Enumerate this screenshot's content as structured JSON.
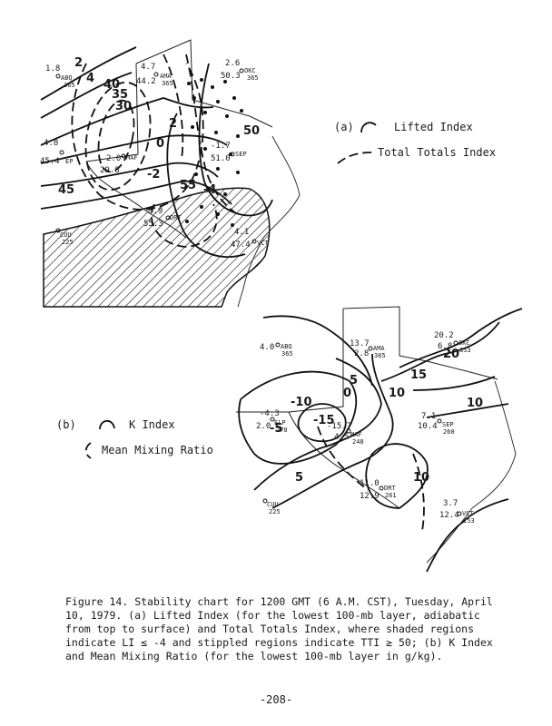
{
  "panel_a": {
    "stations": [
      {
        "id": "ABQ",
        "name": "ABQ",
        "elev": "365",
        "v1": "1.8",
        "v2": ""
      },
      {
        "id": "AMA",
        "name": "AMA",
        "elev": "365",
        "v1": "4.7",
        "v2": "44.2"
      },
      {
        "id": "OKC",
        "name": "OKC",
        "elev": "365",
        "v1": "2.6",
        "v2": "50.3"
      },
      {
        "id": "ELP",
        "name": "EP",
        "elev": "",
        "v1": "4.8",
        "v2": "45.4"
      },
      {
        "id": "MAF",
        "name": "MAF",
        "elev": "",
        "v1": "2.0",
        "v2": "29.8"
      },
      {
        "id": "SEP",
        "name": "SEP",
        "elev": "",
        "v1": "-1.7",
        "v2": "51.0"
      },
      {
        "id": "CUU",
        "name": "CUU",
        "elev": "225",
        "v1": "",
        "v2": ""
      },
      {
        "id": "DRT",
        "name": "DRT",
        "elev": "",
        "v1": "5.9",
        "v2": "55.3"
      },
      {
        "id": "VCT",
        "name": "VCT",
        "elev": "",
        "v1": "4.1",
        "v2": "47.4"
      }
    ],
    "li_labels": [
      "2",
      "4",
      "2",
      "0",
      "-2",
      "-4"
    ],
    "tti_labels": [
      "40",
      "35",
      "30",
      "45",
      "55",
      "50"
    ]
  },
  "legend_a": {
    "tag": "(a)",
    "solid_label": "Lifted Index",
    "dashed_label": "Total Totals Index"
  },
  "panel_b": {
    "stations": [
      {
        "id": "ABQ",
        "name": "ABQ",
        "elev": "365",
        "v1": "4.0",
        "v2": ""
      },
      {
        "id": "AMA",
        "name": "AMA",
        "elev": "365",
        "v1": "13.7",
        "v2": "2.8"
      },
      {
        "id": "OKC",
        "name": "OKC",
        "elev": "353",
        "v1": "20.2",
        "v2": "6.8"
      },
      {
        "id": "ELP",
        "name": "ELP",
        "elev": "270",
        "v1": "-4.3",
        "v2": "2.0"
      },
      {
        "id": "MAF",
        "name": "MAF",
        "elev": "248",
        "v1": "-15.7",
        "v2": "4.5"
      },
      {
        "id": "SEP",
        "name": "SEP",
        "elev": "260",
        "v1": "7.1",
        "v2": "10.4"
      },
      {
        "id": "CUU",
        "name": "CUU",
        "elev": "225",
        "v1": "",
        "v2": ""
      },
      {
        "id": "DRT",
        "name": "DRT",
        "elev": "261",
        "v1": "11.0",
        "v2": "12.9"
      },
      {
        "id": "VCT",
        "name": "VCT",
        "elev": "253",
        "v1": "3.7",
        "v2": "12.4"
      }
    ],
    "k_labels": [
      "-10",
      "-15",
      "-5",
      "5",
      "0",
      "5",
      "10",
      "10",
      "15",
      "20",
      "10"
    ]
  },
  "legend_b": {
    "tag": "(b)",
    "solid_label": "K Index",
    "dashed_label": "Mean Mixing Ratio"
  },
  "caption": {
    "lead": "Figure 14.",
    "text": "Stability chart for 1200 GMT (6 A.M. CST), Tuesday, April 10, 1979. (a) Lifted Index (for the lowest 100-mb layer, adiabatic from top to surface) and Total Totals Index, where shaded regions indicate LI ≤ -4 and stippled regions indicate TTI ≥ 50; (b) K Index and Mean Mixing Ratio (for the lowest 100-mb layer in g/kg)."
  },
  "page_number": "-208-"
}
